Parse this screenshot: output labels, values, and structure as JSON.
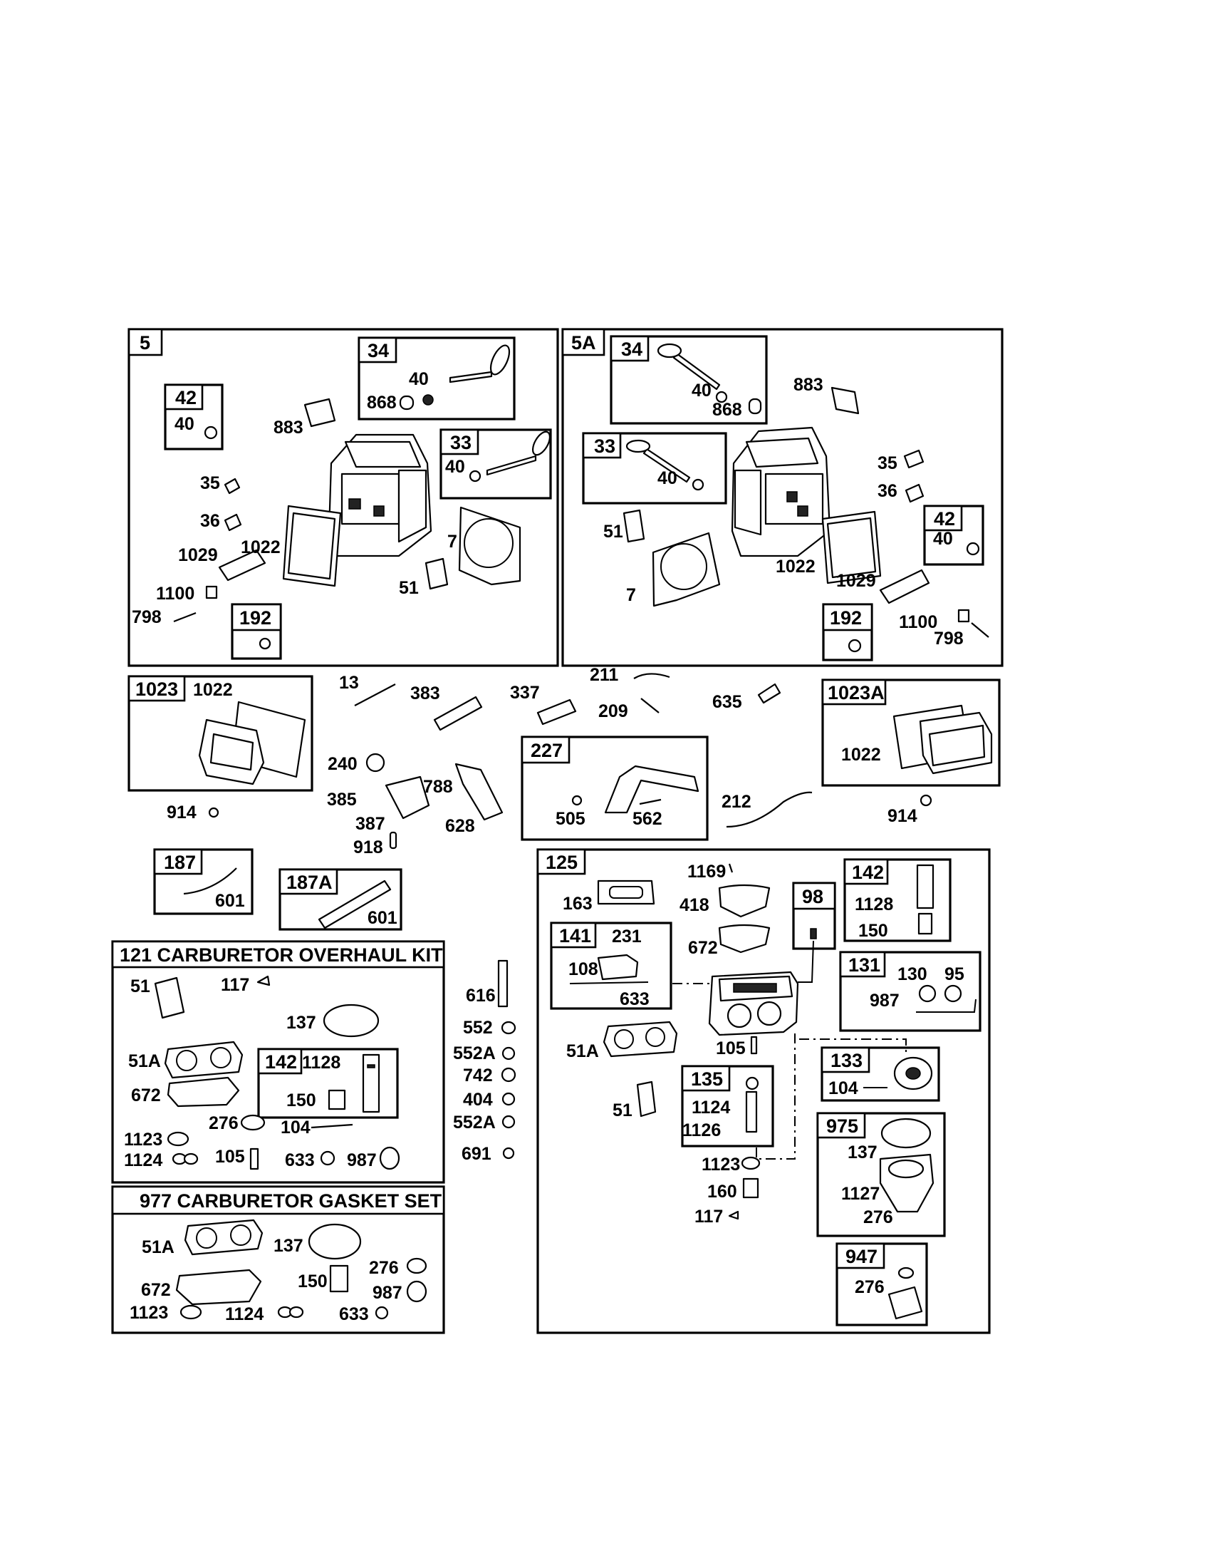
{
  "panels": {
    "p5": {
      "tag": "5",
      "boxes": {
        "b34": "34",
        "b33": "33",
        "b42": "42",
        "b192": "192"
      },
      "labels": [
        "40",
        "868",
        "883",
        "40",
        "40",
        "35",
        "36",
        "1029",
        "1022",
        "7",
        "1100",
        "51",
        "798"
      ]
    },
    "p5a": {
      "tag": "5A",
      "boxes": {
        "b34": "34",
        "b33": "33",
        "b42": "42",
        "b192": "192"
      },
      "labels": [
        "40",
        "868",
        "883",
        "40",
        "35",
        "36",
        "51",
        "40",
        "1022",
        "1029",
        "7",
        "1100",
        "798"
      ]
    },
    "p1023": {
      "tag": "1023",
      "labels": [
        "1022"
      ]
    },
    "p1023a": {
      "tag": "1023A",
      "labels": [
        "1022"
      ]
    },
    "p227": {
      "tag": "227",
      "labels": [
        "505",
        "562"
      ]
    },
    "p187": {
      "tag": "187",
      "labels": [
        "601"
      ]
    },
    "p187a": {
      "tag": "187A",
      "labels": [
        "601"
      ]
    },
    "p121": {
      "title": "121 CARBURETOR OVERHAUL KIT",
      "box142": "142",
      "labels": [
        "51",
        "117",
        "137",
        "51A",
        "1128",
        "672",
        "150",
        "276",
        "104",
        "1123",
        "1124",
        "105",
        "633",
        "987"
      ]
    },
    "p977": {
      "title": "977 CARBURETOR GASKET SET",
      "labels": [
        "51A",
        "137",
        "276",
        "672",
        "150",
        "987",
        "1123",
        "1124",
        "633"
      ]
    },
    "p125": {
      "tag": "125",
      "boxes": {
        "b141": "141",
        "b98": "98",
        "b142": "142",
        "b131": "131",
        "b133": "133",
        "b135": "135",
        "b975": "975",
        "b947": "947"
      },
      "labels": [
        "1169",
        "163",
        "418",
        "1128",
        "231",
        "672",
        "150",
        "108",
        "130",
        "95",
        "987",
        "633",
        "51A",
        "105",
        "104",
        "1124",
        "51",
        "1126",
        "137",
        "1123",
        "160",
        "1127",
        "117",
        "276",
        "276"
      ]
    }
  },
  "loose_labels": [
    "13",
    "383",
    "337",
    "211",
    "209",
    "635",
    "240",
    "385",
    "788",
    "387",
    "628",
    "914",
    "918",
    "212",
    "914",
    "616",
    "552",
    "552A",
    "742",
    "404",
    "552A",
    "691"
  ]
}
